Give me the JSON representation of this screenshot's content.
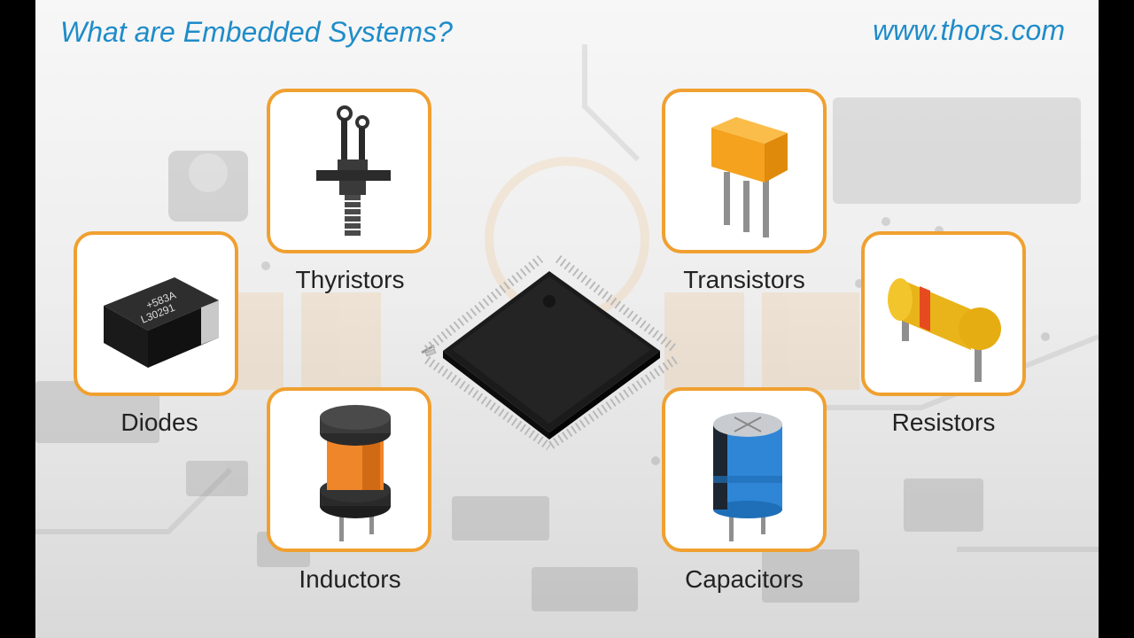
{
  "header": {
    "title": "What are Embedded Systems?",
    "url": "www.thors.com"
  },
  "components": [
    {
      "id": "thyristors",
      "label": "Thyristors",
      "icon": "thyristor-icon"
    },
    {
      "id": "transistors",
      "label": "Transistors",
      "icon": "transistor-icon"
    },
    {
      "id": "diodes",
      "label": "Diodes",
      "icon": "diode-icon"
    },
    {
      "id": "resistors",
      "label": "Resistors",
      "icon": "resistor-icon"
    },
    {
      "id": "inductors",
      "label": "Inductors",
      "icon": "inductor-icon"
    },
    {
      "id": "capacitors",
      "label": "Capacitors",
      "icon": "capacitor-icon"
    }
  ],
  "center": {
    "icon": "microcontroller-chip-icon"
  },
  "diode_marking": [
    "+583A",
    "L30291"
  ],
  "colors": {
    "accent": "#1f8cc9",
    "card_border": "#f0a030"
  }
}
